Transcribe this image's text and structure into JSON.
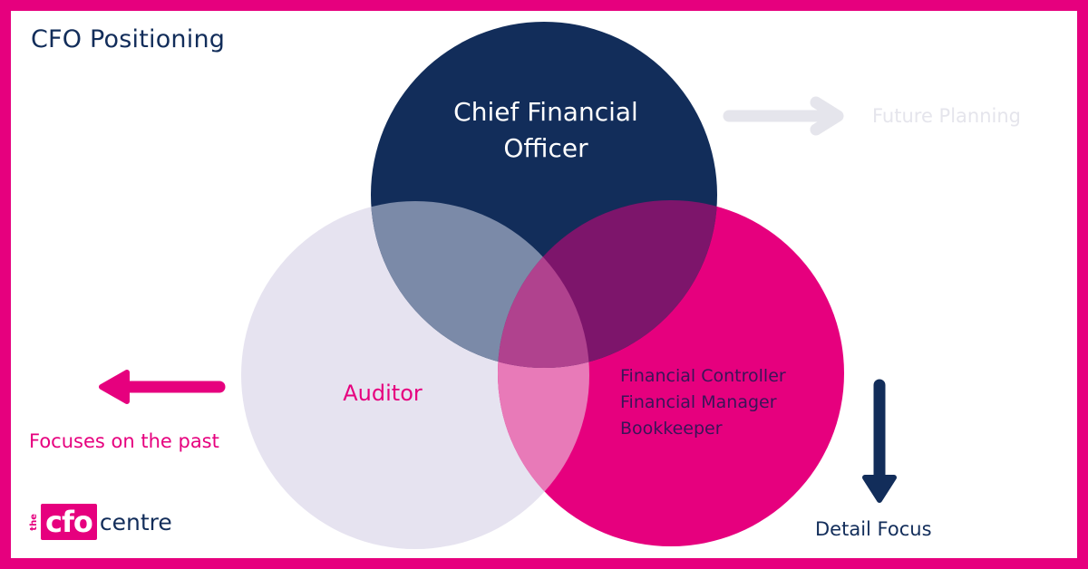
{
  "title": "CFO Positioning",
  "circles": {
    "cfo": {
      "label_line1": "Chief Financial",
      "label_line2": "Officer",
      "color": "#122d5a"
    },
    "auditor": {
      "label": "Auditor",
      "color": "#e6e3f0"
    },
    "operations": {
      "roles": [
        "Financial Controller",
        "Financial Manager",
        "Bookkeeper"
      ],
      "color": "#e6007e"
    }
  },
  "annotations": {
    "future": "Future Planning",
    "past": "Focuses on the past",
    "detail": "Detail Focus"
  },
  "logo": {
    "prefix": "the",
    "brand": "cfo",
    "suffix": "centre"
  },
  "colors": {
    "border": "#e6007e",
    "navy": "#122d5a",
    "pink": "#e6007e",
    "lavender": "#e6e3f0",
    "faded_arrow": "#e5e5ec"
  }
}
